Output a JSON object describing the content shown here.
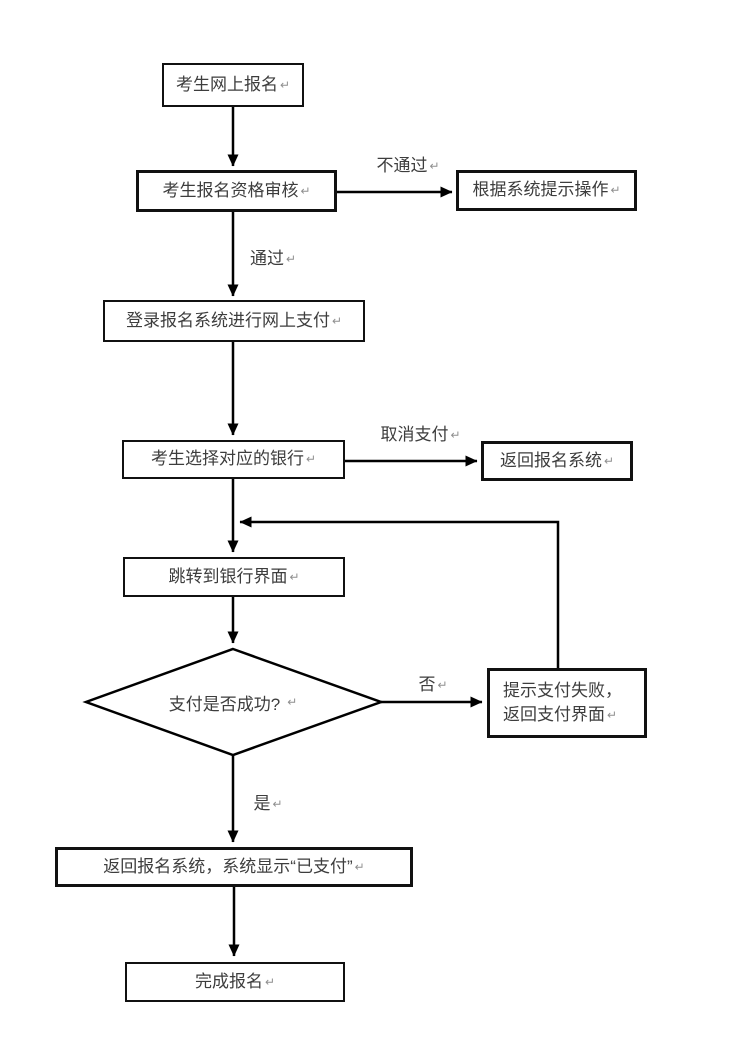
{
  "nodes": {
    "register": {
      "label": "考生网上报名"
    },
    "review": {
      "label": "考生报名资格审核"
    },
    "prompt_action": {
      "label": "根据系统提示操作"
    },
    "login_pay": {
      "label": "登录报名系统进行网上支付"
    },
    "choose_bank": {
      "label": "考生选择对应的银行"
    },
    "return_system": {
      "label": "返回报名系统"
    },
    "bank_page": {
      "label": "跳转到银行界面"
    },
    "pay_check": {
      "label": "支付是否成功?"
    },
    "pay_fail": {
      "line1": "提示支付失败，",
      "line2": "返回支付界面"
    },
    "paid": {
      "label": "返回报名系统，系统显示“已支付”"
    },
    "done": {
      "label": "完成报名"
    }
  },
  "edge_labels": {
    "fail": "不通过",
    "pass": "通过",
    "cancel": "取消支付",
    "no": "否",
    "yes": "是"
  },
  "marks": {
    "return_mark": "↵"
  },
  "colors": {
    "line": "#000000",
    "border": "#111111",
    "text": "#3d3d3d",
    "background": "#ffffff"
  },
  "edges": [
    {
      "from": "register",
      "to": "review",
      "label": ""
    },
    {
      "from": "review",
      "to": "prompt_action",
      "label": "不通过"
    },
    {
      "from": "review",
      "to": "login_pay",
      "label": "通过"
    },
    {
      "from": "login_pay",
      "to": "choose_bank",
      "label": ""
    },
    {
      "from": "choose_bank",
      "to": "return_system",
      "label": "取消支付"
    },
    {
      "from": "choose_bank",
      "to": "bank_page",
      "label": ""
    },
    {
      "from": "bank_page",
      "to": "pay_check",
      "label": ""
    },
    {
      "from": "pay_check",
      "to": "pay_fail",
      "label": "否"
    },
    {
      "from": "pay_fail",
      "to": "bank_page",
      "label": ""
    },
    {
      "from": "pay_check",
      "to": "paid",
      "label": "是"
    },
    {
      "from": "paid",
      "to": "done",
      "label": ""
    }
  ]
}
